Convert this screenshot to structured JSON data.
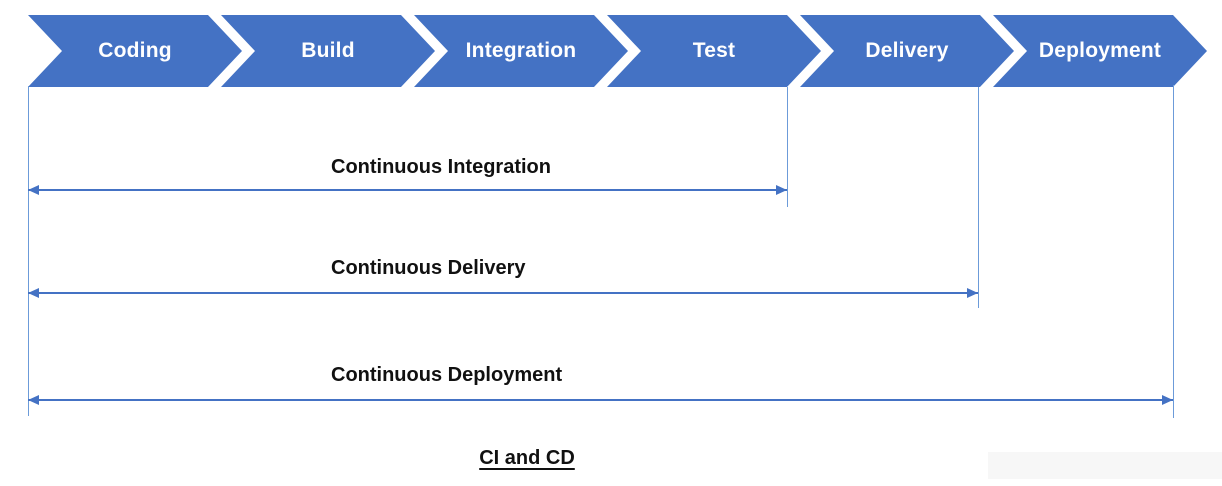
{
  "diagram": {
    "title": "CI and CD",
    "colors": {
      "stage_fill": "#4472C4",
      "guide_line": "#6c9bd9",
      "arrow": "#4472C4",
      "label_text": "#111111",
      "stage_text": "#ffffff"
    },
    "stages": [
      {
        "label": "Coding"
      },
      {
        "label": "Build"
      },
      {
        "label": "Integration"
      },
      {
        "label": "Test"
      },
      {
        "label": "Delivery"
      },
      {
        "label": "Deployment"
      }
    ],
    "spans": [
      {
        "label": "Continuous Integration",
        "from_stage": "Coding",
        "to_stage": "Test"
      },
      {
        "label": "Continuous Delivery",
        "from_stage": "Coding",
        "to_stage": "Delivery"
      },
      {
        "label": "Continuous Deployment",
        "from_stage": "Coding",
        "to_stage": "Deployment"
      }
    ]
  }
}
